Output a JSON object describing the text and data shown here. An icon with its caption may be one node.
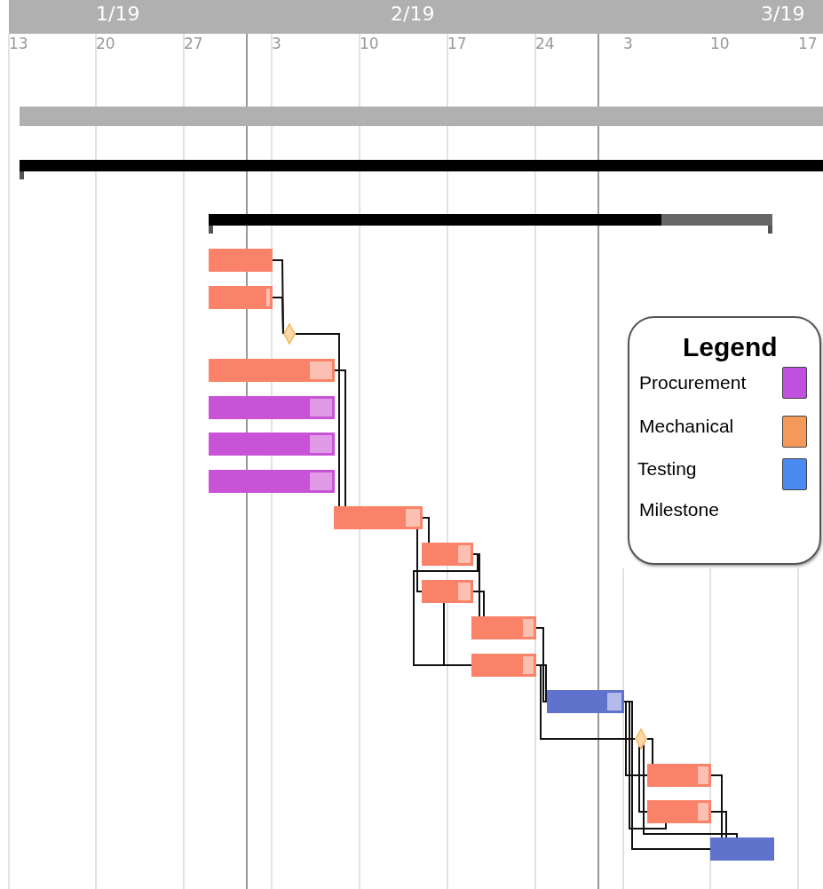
{
  "diagram": {
    "nodes": [
      {
        "text": [],
        "shape": "bar"
      },
      {
        "text": [],
        "shape": "bar"
      },
      {
        "text": [],
        "shape": "bar"
      },
      {
        "text": [],
        "shape": "bar"
      },
      {
        "text": [],
        "shape": "bar"
      },
      {
        "text": [],
        "shape": "diamond"
      },
      {
        "text": [],
        "shape": "bar"
      },
      {
        "text": [],
        "shape": "bar"
      },
      {
        "text": [],
        "shape": "bar"
      },
      {
        "text": [],
        "shape": "bar"
      },
      {
        "text": [],
        "shape": "bar"
      },
      {
        "text": [],
        "shape": "bar"
      },
      {
        "text": [],
        "shape": "bar"
      },
      {
        "text": [],
        "shape": "bar"
      },
      {
        "text": [],
        "shape": "bar"
      },
      {
        "text": [],
        "shape": "bar"
      },
      {
        "text": [],
        "shape": "diamond"
      },
      {
        "text": [],
        "shape": "bar"
      },
      {
        "text": [],
        "shape": "bar"
      },
      {
        "text": [],
        "shape": "bar"
      }
    ],
    "edges": [
      {
        "from": 3,
        "to": 5,
        "arrow": "none"
      },
      {
        "from": 4,
        "to": 5,
        "arrow": "none"
      },
      {
        "from": 5,
        "to": 10,
        "arrow": "none"
      },
      {
        "from": 6,
        "to": 10,
        "arrow": "none"
      },
      {
        "from": 10,
        "to": 11,
        "arrow": "none"
      },
      {
        "from": 10,
        "to": 12,
        "arrow": "none"
      },
      {
        "from": 11,
        "to": 13,
        "arrow": "none"
      },
      {
        "from": 12,
        "to": 13,
        "arrow": "none"
      },
      {
        "from": 11,
        "to": 14,
        "arrow": "none"
      },
      {
        "from": 12,
        "to": 14,
        "arrow": "none"
      },
      {
        "from": 13,
        "to": 15,
        "arrow": "none"
      },
      {
        "from": 14,
        "to": 15,
        "arrow": "none"
      },
      {
        "from": 14,
        "to": 16,
        "arrow": "none"
      },
      {
        "from": 15,
        "to": 17,
        "arrow": "none"
      },
      {
        "from": 15,
        "to": 18,
        "arrow": "none"
      },
      {
        "from": 16,
        "to": 17,
        "arrow": "none"
      },
      {
        "from": 16,
        "to": 18,
        "arrow": "none"
      },
      {
        "from": 15,
        "to": 19,
        "arrow": "none"
      },
      {
        "from": 16,
        "to": 19,
        "arrow": "none"
      },
      {
        "from": 17,
        "to": 19,
        "arrow": "none"
      },
      {
        "from": 18,
        "to": 19,
        "arrow": "none"
      }
    ],
    "labels": [
      "1/19",
      "2/19",
      "3/19",
      "13",
      "20",
      "27",
      "3",
      "10",
      "17",
      "24",
      "3",
      "10",
      "17",
      "Legend"
    ],
    "legend": [
      {
        "text": "Procurement",
        "color": "#c050e0"
      },
      {
        "text": "Mechanical",
        "color": "#f4995a"
      },
      {
        "text": "Testing",
        "color": "#4a8af0"
      },
      {
        "text": "Milestone"
      }
    ]
  }
}
